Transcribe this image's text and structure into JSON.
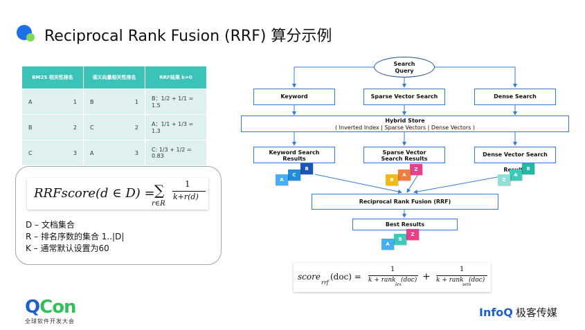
{
  "title": "Reciprocal Rank Fusion (RRF) 算分示例",
  "table": {
    "headers": [
      "BM25 相关性排名",
      "语义向量相关性排名",
      "RRF结果 k=0"
    ],
    "rows": [
      [
        {
          "doc": "A",
          "rank": "1"
        },
        {
          "doc": "B",
          "rank": "1"
        },
        {
          "text": "B：1/2 + 1/1 = 1.5"
        }
      ],
      [
        {
          "doc": "B",
          "rank": "2"
        },
        {
          "doc": "C",
          "rank": "2"
        },
        {
          "text": "A：1/1 + 1/3 = 1.3"
        }
      ],
      [
        {
          "doc": "C",
          "rank": "3"
        },
        {
          "doc": "A",
          "rank": "3"
        },
        {
          "text": "C:   1/3 + 1/2 = 0.83"
        }
      ]
    ]
  },
  "formula": {
    "lhs": "RRFscore(d ∈ D) =",
    "sum": "∑",
    "sub": "r∈R",
    "num": "1",
    "den": "k+r(d)"
  },
  "definitions": [
    "D – 文档集合",
    "R – 排名序数的集合 1..|D|",
    "K – 通常默认设置为60"
  ],
  "diagram": {
    "query": {
      "line1": "Search",
      "line2": "Query"
    },
    "keyword": "Keyword",
    "sparse": "Sparse Vector Search",
    "dense": "Dense Search",
    "store_title": "Hybrid Store",
    "store_sub": "( Inverted Index | Sparse Vectors | Dense Vectors )",
    "keyword_results": "Keyword Search Results",
    "sparse_results": "Sparse Vector Search Results",
    "dense_results": "Dense Vector Search Results",
    "rrf": "Reciprocal Rank Fusion (RRF)",
    "best": "Best Results",
    "tiles": {
      "kw": [
        "A",
        "C",
        "B"
      ],
      "sp": [
        "B",
        "A",
        "Z"
      ],
      "de": [
        "Z",
        "A",
        "B"
      ],
      "best": [
        "A",
        "B",
        "Z"
      ]
    }
  },
  "bottom_formula": {
    "lhs": "score",
    "lhs_sub": "rrf",
    "arg": "(doc)  =",
    "num": "1",
    "den1": "k + rank",
    "den1_sub": "lex",
    "den2": "k + rank",
    "den2_sub": "sem",
    "den_arg": "(doc)",
    "plus": "+"
  },
  "footer": {
    "qcon_q": "Q",
    "qcon_rest": "Con",
    "qcon_sub": "全球软件开发大会",
    "infoq": "InfoQ",
    "infoq_cn": "极客传媒"
  },
  "colors": {
    "accent": "#1f6fe8",
    "teal": "#3cc3b8",
    "green": "#33c05a"
  }
}
